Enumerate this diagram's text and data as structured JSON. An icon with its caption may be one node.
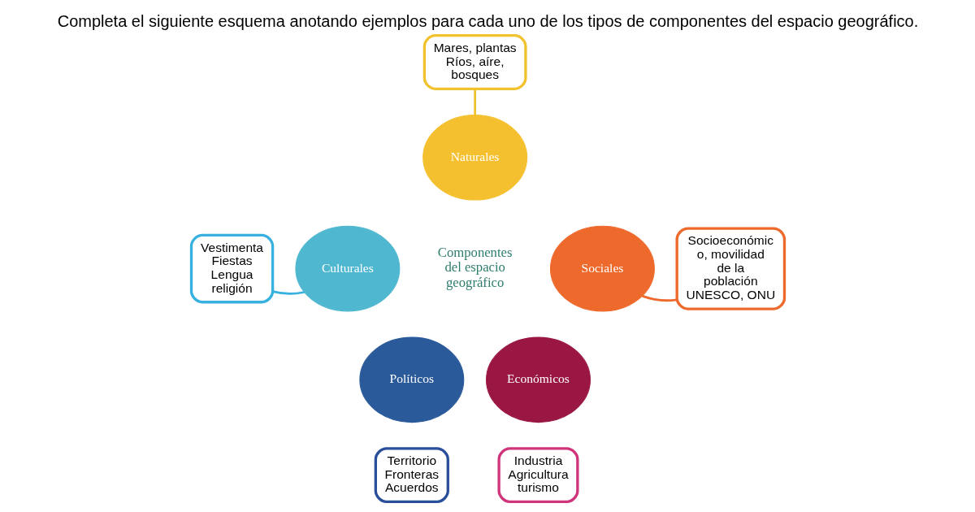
{
  "diagram": {
    "title": "Completa el siguiente esquema anotando ejemplos para cada uno de los tipos de componentes del espacio geográfico.",
    "nodes": [
      {
        "text": [
          "Mares, plantas Ríos, aíre, bosques"
        ]
      },
      {
        "text": [
          "Naturales"
        ]
      },
      {
        "text": [
          "Vestimenta Fiestas Lengua religión"
        ]
      },
      {
        "text": [
          "Culturales"
        ]
      },
      {
        "text": [
          "Sociales"
        ]
      },
      {
        "text": [
          "Socioeconómic o, movilidad de la población UNESCO, ONU"
        ]
      },
      {
        "text": [
          "Políticos"
        ]
      },
      {
        "text": [
          "Económicos"
        ]
      },
      {
        "text": [
          "Territorio Fronteras Acuerdos"
        ]
      },
      {
        "text": [
          "Industria Agricultura turismo"
        ]
      }
    ],
    "edges": [
      {
        "from": 0,
        "to": 1,
        "arrow": "none",
        "color": "#f2c12e"
      },
      {
        "from": 3,
        "to": 2,
        "arrow": "none",
        "color": "#38b0e0"
      },
      {
        "from": 4,
        "to": 5,
        "arrow": "none",
        "color": "#ee6a2c"
      }
    ],
    "labels": [
      "Componentes del espacio geográfico"
    ]
  }
}
